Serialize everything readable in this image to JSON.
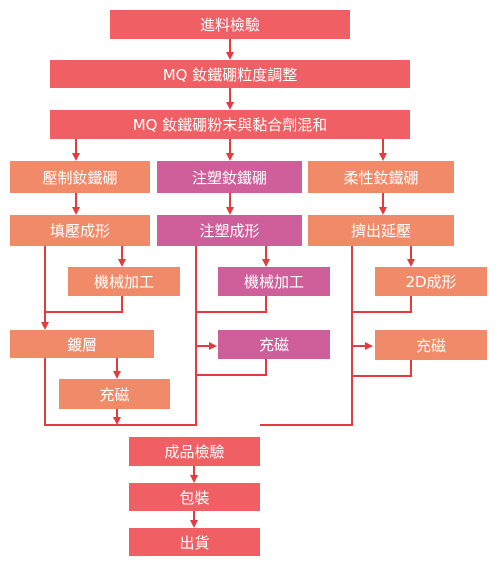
{
  "colors": {
    "red": "#ef5f64",
    "orange": "#f08a68",
    "pink": "#cf5f9b",
    "connector": "#e33b40"
  },
  "flow": {
    "incoming_inspection": "進料檢驗",
    "mq_grain_adjust": "MQ 釹鐵硼粒度調整",
    "mq_powder_mixing": "MQ 釹鐵硼粉末與黏合劑混和",
    "branches": {
      "pressed": {
        "title": "壓制釹鐵硼",
        "forming": "填壓成形",
        "machining": "機械加工",
        "plating": "鍍層",
        "magnetizing": "充磁"
      },
      "injection": {
        "title": "注塑釹鐵硼",
        "forming": "注塑成形",
        "machining": "機械加工",
        "magnetizing": "充磁"
      },
      "flexible": {
        "title": "柔性釹鐵硼",
        "forming": "擠出延壓",
        "shaping": "2D成形",
        "magnetizing": "充磁"
      }
    },
    "final_inspection": "成品檢驗",
    "packaging": "包裝",
    "shipping": "出貨"
  }
}
